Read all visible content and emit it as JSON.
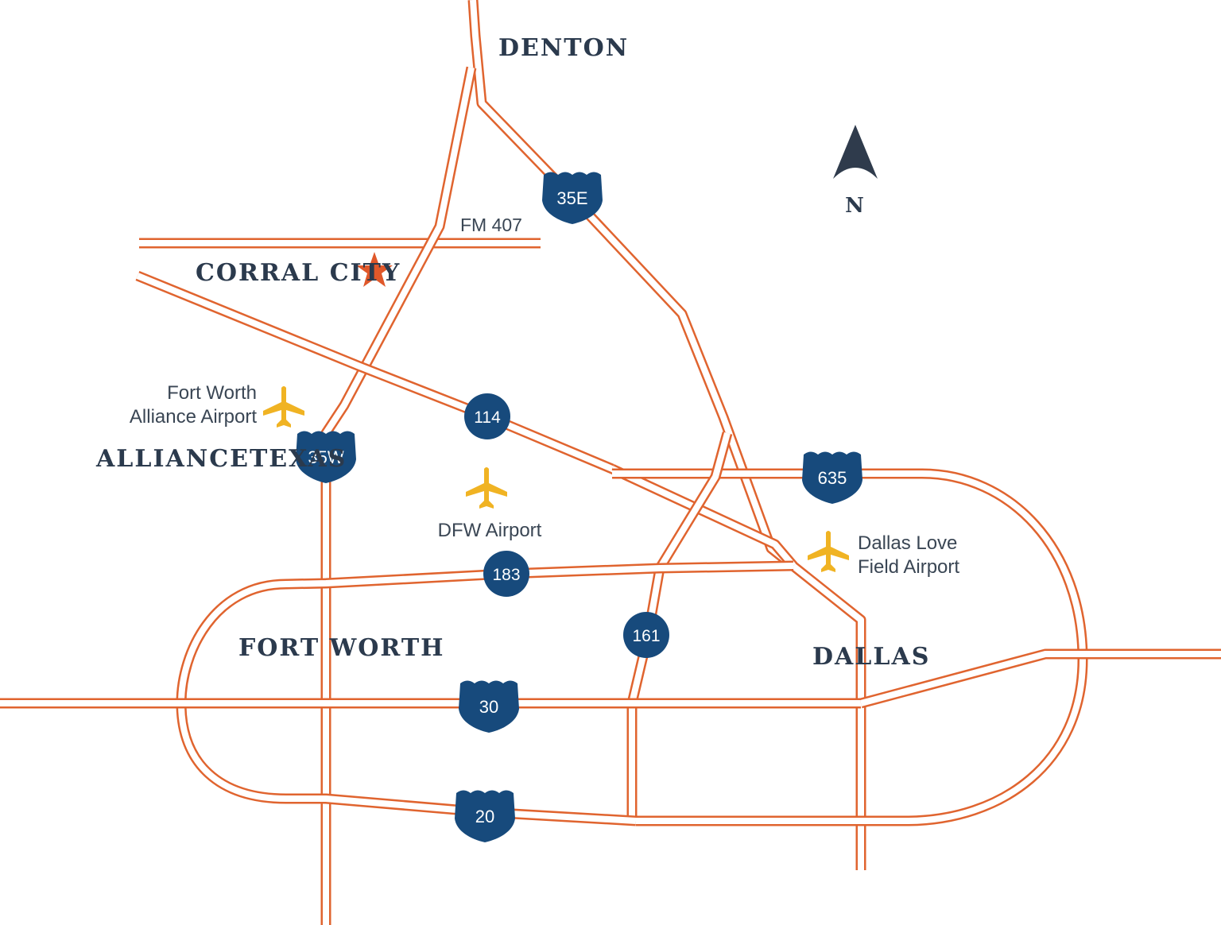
{
  "colors": {
    "road": "#e0642f",
    "shield": "#174a7c",
    "city_text": "#2b3a4d",
    "airport": "#f0b323",
    "star": "#e0582a",
    "compass": "#2f3b4c"
  },
  "cities": {
    "denton": "DENTON",
    "corral_city": "CORRAL CITY",
    "alliancetexas": "ALLIANCETEXAS",
    "fort_worth": "FORT WORTH",
    "dallas": "DALLAS"
  },
  "roads": {
    "fm407": "FM 407"
  },
  "shields": {
    "i35e": "35E",
    "i35w": "35W",
    "sh114": "114",
    "i635": "635",
    "sh183": "183",
    "sh161": "161",
    "i30": "30",
    "i20": "20"
  },
  "airports": {
    "alliance_line1": "Fort Worth",
    "alliance_line2": "Alliance Airport",
    "dfw": "DFW Airport",
    "love_line1": "Dallas Love",
    "love_line2": "Field Airport"
  },
  "compass": {
    "label": "N",
    "icon": "north-arrow-icon"
  },
  "icons": {
    "airport": "airplane-icon",
    "location": "star-icon"
  }
}
